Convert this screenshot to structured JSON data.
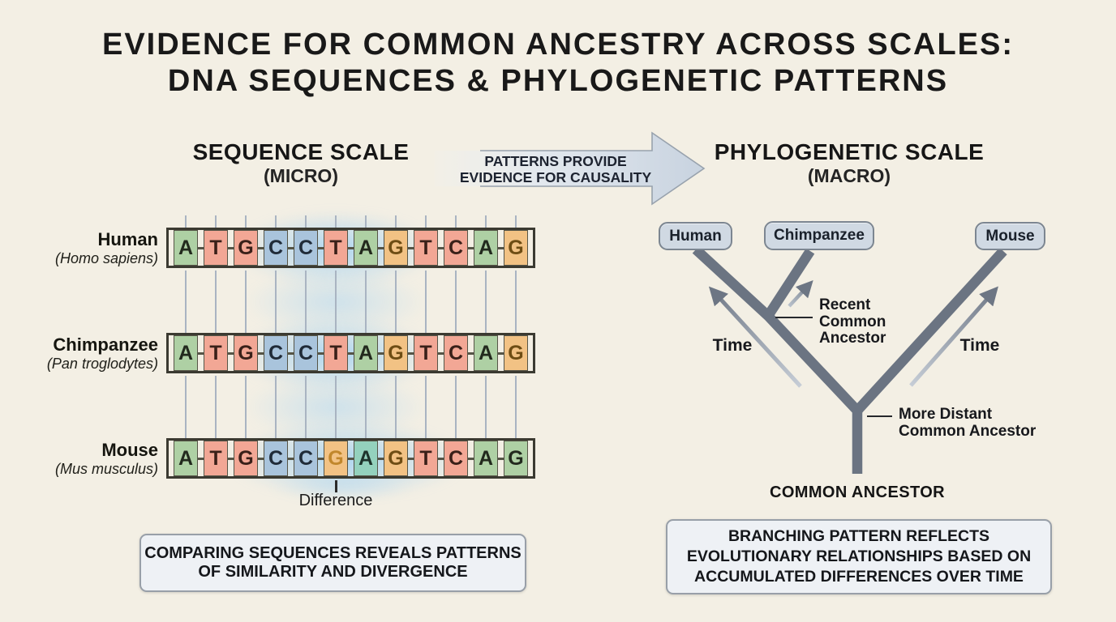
{
  "title": {
    "line1": "EVIDENCE FOR COMMON ANCESTRY ACROSS SCALES:",
    "line2": "DNA SEQUENCES & PHYLOGENETIC PATTERNS"
  },
  "connector_arrow": {
    "line1": "PATTERNS PROVIDE",
    "line2": "EVIDENCE FOR CAUSALITY"
  },
  "left_section": {
    "heading": "SEQUENCE SCALE",
    "subheading": "(MICRO)",
    "species": [
      {
        "name": "Human",
        "latin": "(Homo sapiens)",
        "bases": [
          "A",
          "T",
          "G",
          "C",
          "C",
          "T",
          "A",
          "G",
          "T",
          "C",
          "A",
          "G"
        ],
        "base_colors": [
          "green",
          "salmon",
          "salmon",
          "blue",
          "blue",
          "salmon",
          "green",
          "orange",
          "salmon",
          "salmon",
          "green",
          "orange"
        ],
        "diff_index": null
      },
      {
        "name": "Chimpanzee",
        "latin": "(Pan troglodytes)",
        "bases": [
          "A",
          "T",
          "G",
          "C",
          "C",
          "T",
          "A",
          "G",
          "T",
          "C",
          "A",
          "G"
        ],
        "base_colors": [
          "green",
          "salmon",
          "salmon",
          "blue",
          "blue",
          "salmon",
          "green",
          "orange",
          "salmon",
          "salmon",
          "green",
          "orange"
        ],
        "diff_index": null
      },
      {
        "name": "Mouse",
        "latin": "(Mus musculus)",
        "bases": [
          "A",
          "T",
          "G",
          "C",
          "C",
          "G",
          "A",
          "G",
          "T",
          "C",
          "A",
          "G"
        ],
        "base_colors": [
          "green",
          "salmon",
          "salmon",
          "blue",
          "blue",
          "orange",
          "teal",
          "orange",
          "salmon",
          "salmon",
          "green",
          "green"
        ],
        "diff_index": 5
      }
    ],
    "difference_label": "Difference",
    "caption_lines": [
      "COMPARING SEQUENCES REVEALS PATTERNS",
      "OF SIMILARITY AND DIVERGENCE"
    ]
  },
  "right_section": {
    "heading": "PHYLOGENETIC SCALE",
    "subheading": "(MACRO)",
    "taxa": [
      "Human",
      "Chimpanzee",
      "Mouse"
    ],
    "time_label_left": "Time",
    "time_label_right": "Time",
    "recent_ancestor_lines": [
      "Recent",
      "Common",
      "Ancestor"
    ],
    "distant_ancestor_lines": [
      "More Distant",
      "Common Ancestor"
    ],
    "root_label": "COMMON ANCESTOR",
    "caption_lines": [
      "BRANCHING PATTERN REFLECTS",
      "EVOLUTIONARY RELATIONSHIPS BASED ON",
      "ACCUMULATED DIFFERENCES OVER TIME"
    ]
  },
  "colors": {
    "background": "#f3efe4",
    "glow": "#96cdf5",
    "branch": "#6b7482",
    "pill_fill": "#d0d9e3",
    "pill_border": "#7c8691",
    "box_fill": {
      "green": "#aed0a4",
      "salmon": "#f2a795",
      "blue": "#a9c4dc",
      "orange": "#f2c284",
      "teal": "#94d1bd"
    },
    "letter_color": {
      "green": "#22291d",
      "salmon": "#3a2019",
      "blue": "#202b38",
      "orange": "#6e4d14",
      "teal": "#1e332c",
      "difference": "#c1872c"
    }
  }
}
